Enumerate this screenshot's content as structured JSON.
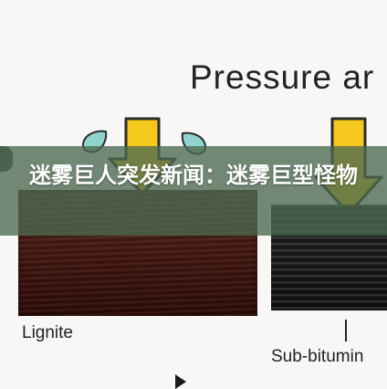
{
  "diagram": {
    "title": "Pressure ar",
    "left_label": "Lignite",
    "right_label": "Sub-bitumin"
  },
  "overlay": {
    "headline": "迷雾巨人突发新闻：迷雾巨型怪物"
  },
  "colors": {
    "arrow_fill": "#f4c81c",
    "water_drop": "#8fd3cf",
    "banner": "#4b6950",
    "lignite": "#4a1d14",
    "sub_bituminous": "#1d1d1d"
  }
}
